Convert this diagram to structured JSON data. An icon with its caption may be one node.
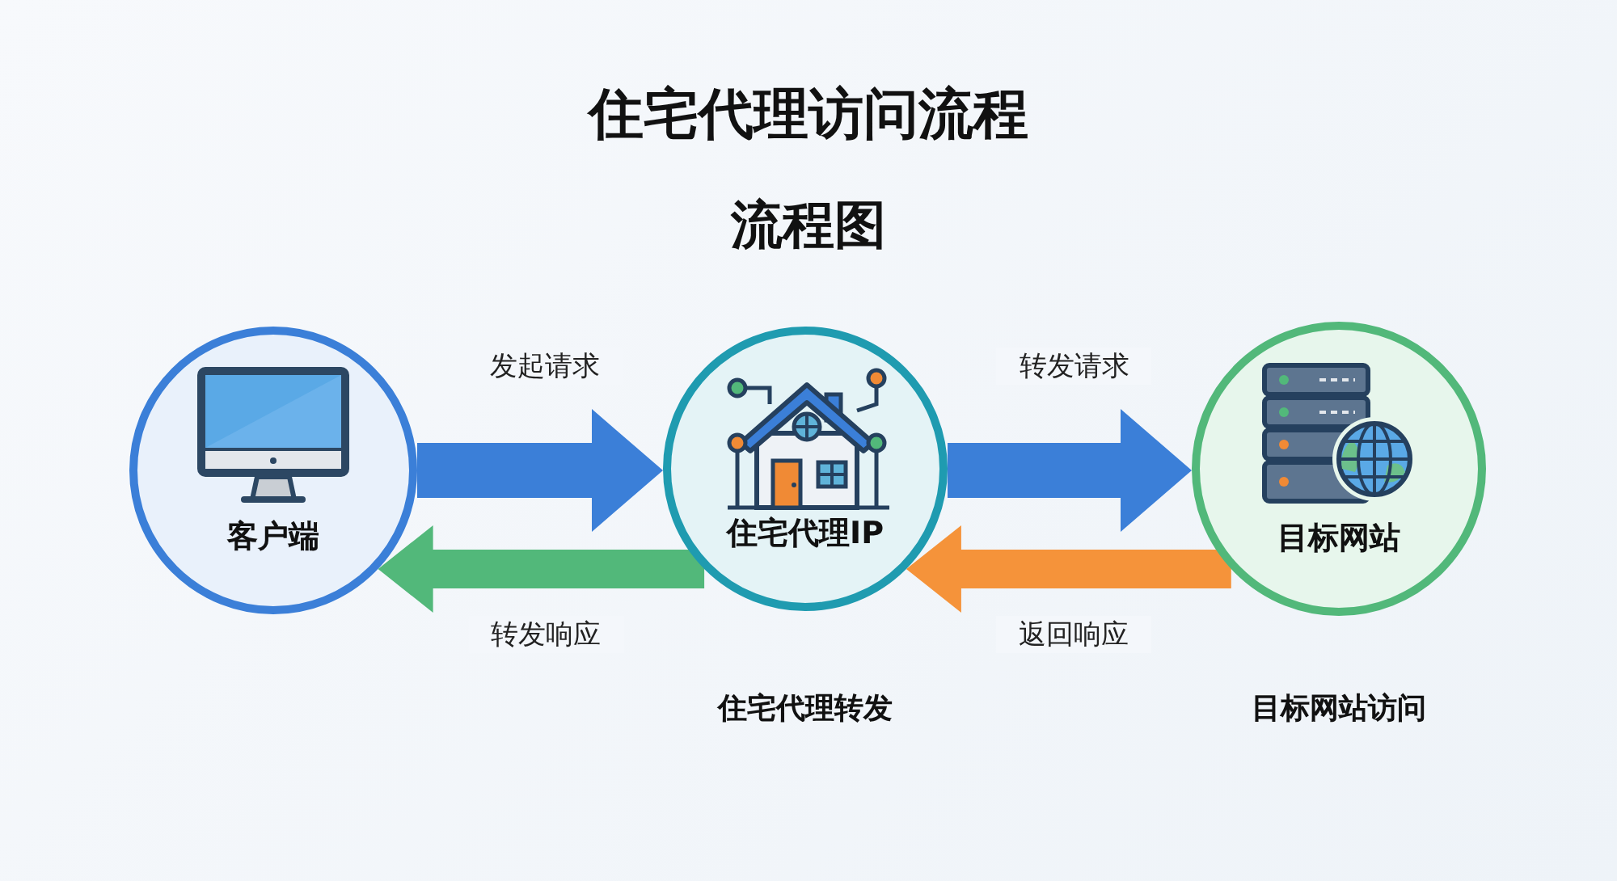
{
  "diagram": {
    "title": "住宅代理访问流程",
    "nodes": [
      {
        "text": [
          "客户端"
        ]
      },
      {
        "text": [
          "住宅代理IP"
        ],
        "beside": [
          "住宅代理转发"
        ]
      },
      {
        "text": [
          "目标网站"
        ],
        "beside": [
          "目标网站访问"
        ]
      }
    ],
    "edges": [
      {
        "from": 0,
        "to": 1,
        "arrow": "to",
        "label": "发起请求"
      },
      {
        "from": 1,
        "to": 2,
        "arrow": "to",
        "label": "转发请求"
      },
      {
        "from": 2,
        "to": 1,
        "arrow": "to",
        "label": "返回响应",
        "color": "#f5933a"
      },
      {
        "from": 1,
        "to": 0,
        "arrow": "to",
        "label": "转发响应",
        "color": "#52b87a"
      }
    ],
    "labels": [
      "流程图"
    ]
  }
}
